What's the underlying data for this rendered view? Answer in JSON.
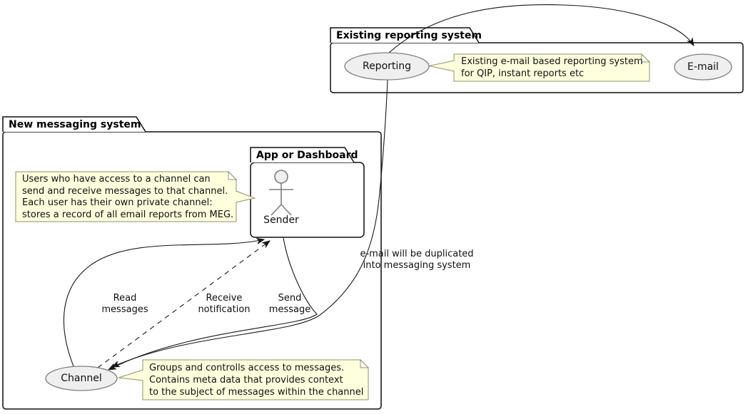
{
  "packages": {
    "existing": {
      "title": "Existing reporting system"
    },
    "messaging": {
      "title": "New messaging system"
    },
    "app": {
      "title": "App or Dashboard"
    }
  },
  "nodes": {
    "reporting": {
      "label": "Reporting",
      "shape": "usecase-ellipse"
    },
    "email": {
      "label": "E-mail",
      "shape": "usecase-ellipse"
    },
    "sender": {
      "label": "Sender",
      "shape": "actor"
    },
    "channel": {
      "label": "Channel",
      "shape": "usecase-ellipse"
    }
  },
  "notes": {
    "reporting": {
      "lines": [
        "Existing e-mail based reporting system",
        "for QIP, instant reports etc"
      ]
    },
    "users": {
      "lines": [
        "Users who have access to a channel can",
        "send and receive messages to that channel.",
        "Each user has their own private channel:",
        "stores a record of all email reports from MEG."
      ]
    },
    "channel": {
      "lines": [
        "Groups and controlls access to messages.",
        "Contains meta data that provides context",
        "to the subject of messages within the channel"
      ]
    }
  },
  "edge_labels": {
    "read": [
      "Read",
      "messages"
    ],
    "receive": [
      "Receive",
      "notification"
    ],
    "send": [
      "Send",
      "message"
    ],
    "duplicate": [
      "e-mail will be duplicated",
      "into messaging system"
    ]
  },
  "edges": [
    {
      "from": "Reporting",
      "to": "E-mail",
      "style": "solid-arrow",
      "label": ""
    },
    {
      "from": "Reporting",
      "to": "Channel",
      "style": "solid-arrow",
      "label": "e-mail will be duplicated into messaging system"
    },
    {
      "from": "Channel",
      "to": "Sender",
      "style": "solid-arrow",
      "label": "Read messages"
    },
    {
      "from": "Channel",
      "to": "Sender",
      "style": "dashed-arrow",
      "label": "Receive notification"
    },
    {
      "from": "Sender",
      "to": "Channel",
      "style": "solid-arrow",
      "label": "Send message"
    }
  ],
  "colors": {
    "note_bg": "#FEFFDD",
    "note_border": "#90906A",
    "node_bg": "#EFEFEF",
    "node_border": "#7F7F7F",
    "line": "#181818",
    "package_border": "#0F0F0F",
    "background": "#FFFFFF"
  }
}
